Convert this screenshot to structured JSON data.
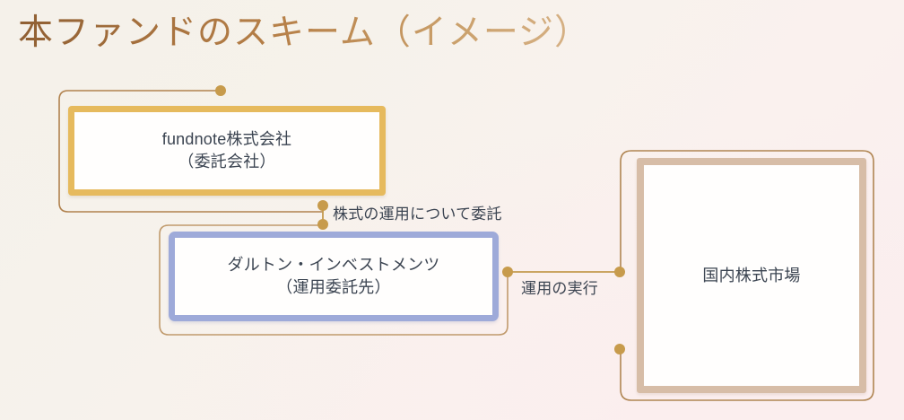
{
  "slide": {
    "title": "本ファンドのスキーム（イメージ）",
    "background_colors": [
      "#f4f1ea",
      "#f7f2ec",
      "#faf1ee",
      "#fbeef0"
    ],
    "title_gradient": [
      "#8f5f33",
      "#b8824a",
      "#d8b489"
    ]
  },
  "nodes": [
    {
      "id": "fundnote",
      "line1": "fundnote株式会社",
      "line2": "（委託会社）",
      "border_color": "#e6ba5d",
      "fill_color": "#fffefd",
      "outline_color": "#a9794f"
    },
    {
      "id": "dalton",
      "line1": "ダルトン・インベストメンツ",
      "line2": "（運用委託先）",
      "border_color": "#9eaad9",
      "fill_color": "#fffefd",
      "outline_color": "#c09a6c"
    },
    {
      "id": "market",
      "line1": "国内株式市場",
      "line2": "",
      "border_color": "#d7bda7",
      "fill_color": "#fffefd",
      "outline_color": "#b08552"
    }
  ],
  "edges": [
    {
      "id": "entrust",
      "label": "株式の運用について委託",
      "from": "fundnote",
      "to": "dalton",
      "color": "#c49a4e"
    },
    {
      "id": "execute",
      "label": "運用の実行",
      "from": "dalton",
      "to": "market",
      "color": "#c49a4e"
    }
  ],
  "connector": {
    "dot_color": "#c79b4c",
    "line_color": "#b1824e"
  }
}
